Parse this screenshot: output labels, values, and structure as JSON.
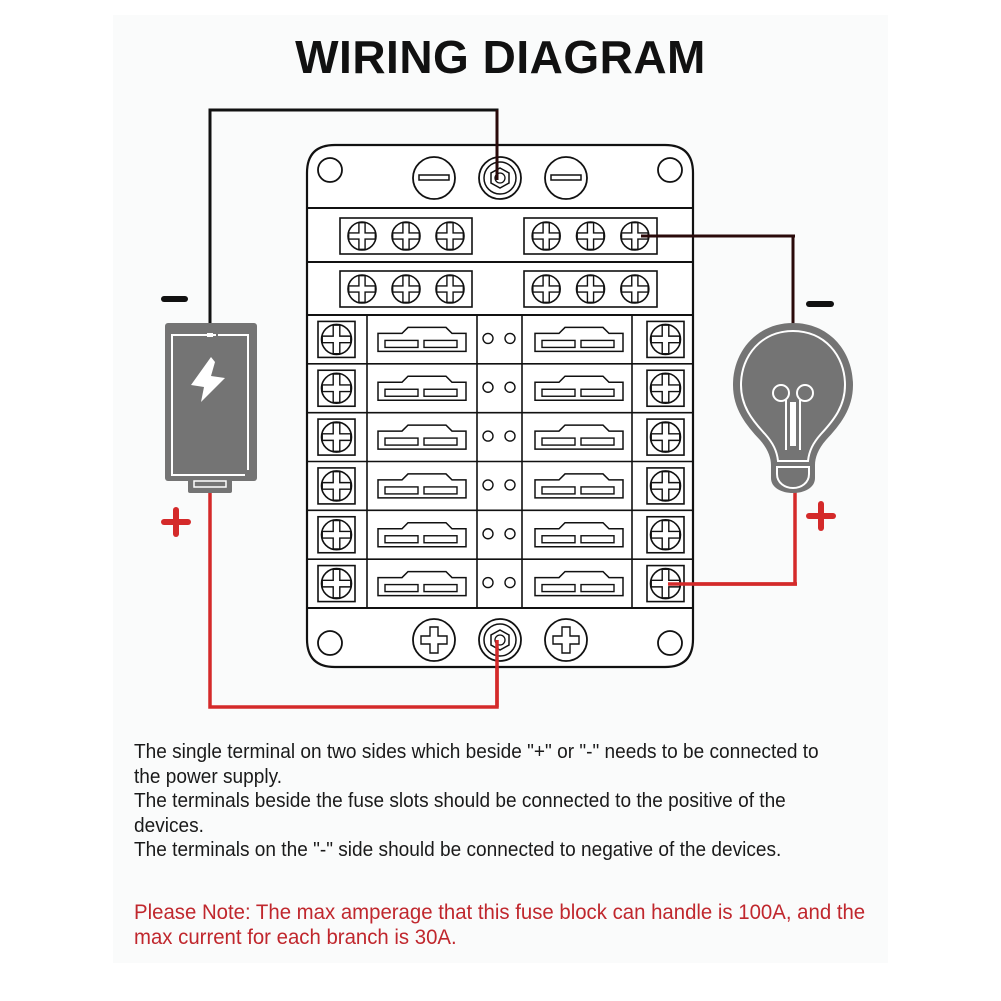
{
  "title": "WIRING DIAGRAM",
  "colors": {
    "negative_wire": "#111111",
    "positive_wire": "#d42a2a",
    "icon_gray": "#747474",
    "note_red": "#c0272d",
    "text": "#1a1a1a"
  },
  "battery": {
    "icon": "battery-icon",
    "negative_label": "−",
    "positive_label": "+"
  },
  "bulb": {
    "icon": "light-bulb-icon",
    "negative_label": "−",
    "positive_label": "+"
  },
  "fuse_block": {
    "negative_bus_rows": 2,
    "terminals_per_bus_group": 3,
    "fuse_rows": 6,
    "fuse_slots_per_row": 2,
    "top_post_label": "negative-post",
    "bottom_post_label": "positive-post"
  },
  "notes": [
    "The single terminal on two sides which beside \"+\" or \"-\" needs to be connected to the power supply.",
    "The terminals beside the fuse slots should be connected to the positive of the devices.",
    "The terminals on the \"-\" side should be connected to negative of the devices."
  ],
  "warning": "Please Note: The max amperage that this fuse block can handle is 100A, and the max current for each branch is 30A."
}
